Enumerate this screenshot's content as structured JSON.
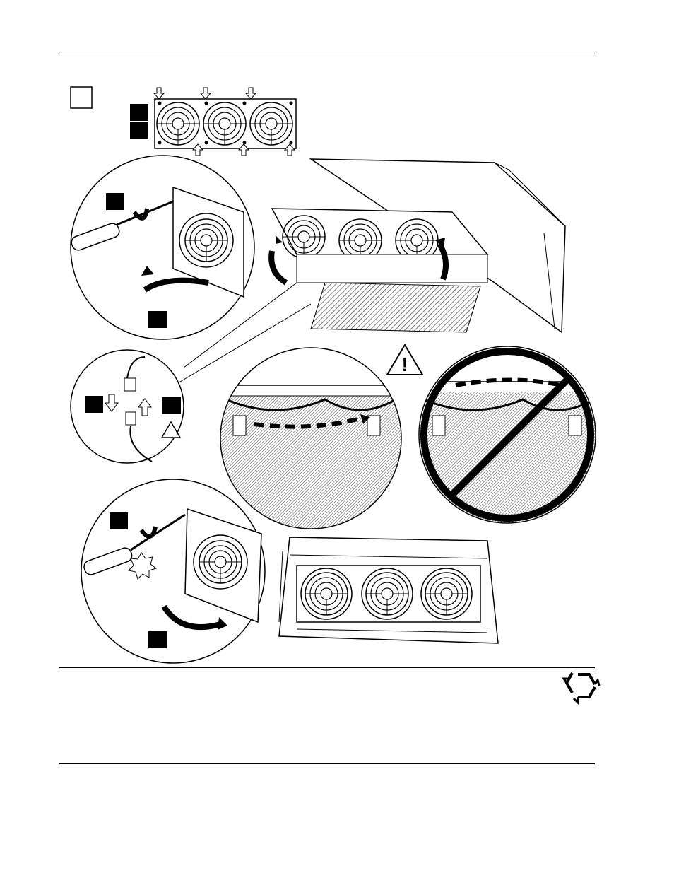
{
  "figure": {
    "description_icons": [
      "screwdriver",
      "fan-assembly",
      "connector-plug",
      "warning-triangle",
      "prohibited-sign",
      "recycle-icon",
      "torx-bit"
    ],
    "step_markers": [
      "",
      "",
      "",
      "",
      "",
      "",
      "",
      "",
      ""
    ],
    "colors": {
      "ink": "#000000",
      "paper": "#ffffff",
      "hatch": "#555555"
    }
  }
}
